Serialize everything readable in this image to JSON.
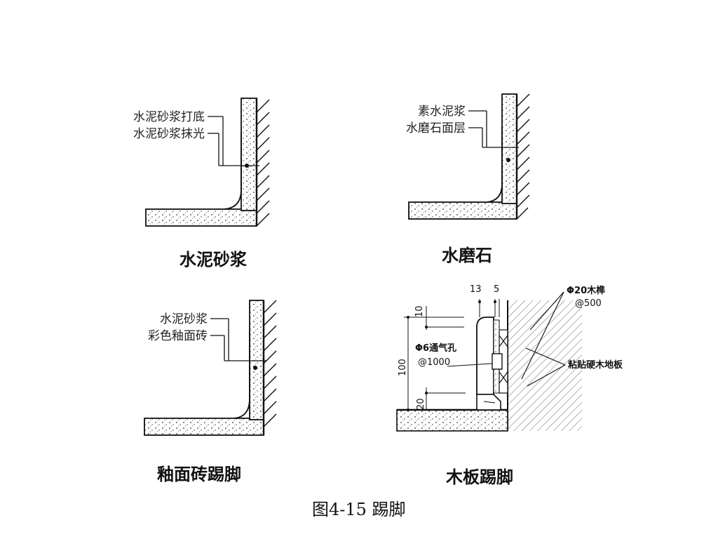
{
  "panels": {
    "cement": {
      "labels": [
        "水泥砂浆打底",
        "水泥砂浆抹光"
      ],
      "caption": "水泥砂浆"
    },
    "terrazzo": {
      "labels": [
        "素水泥浆",
        "水磨石面层"
      ],
      "caption": "水磨石"
    },
    "tile": {
      "labels": [
        "水泥砂浆",
        "彩色釉面砖"
      ],
      "caption": "釉面砖踢脚"
    },
    "wood": {
      "dims": [
        "13",
        "5",
        "10",
        "100",
        "20"
      ],
      "labels": [
        "Φ20木榫",
        "@500",
        "Φ6通气孔",
        "@1000",
        "粘贴硬木地板"
      ],
      "caption": "木板踢脚"
    }
  },
  "figure_caption": "图4-15 踢脚"
}
